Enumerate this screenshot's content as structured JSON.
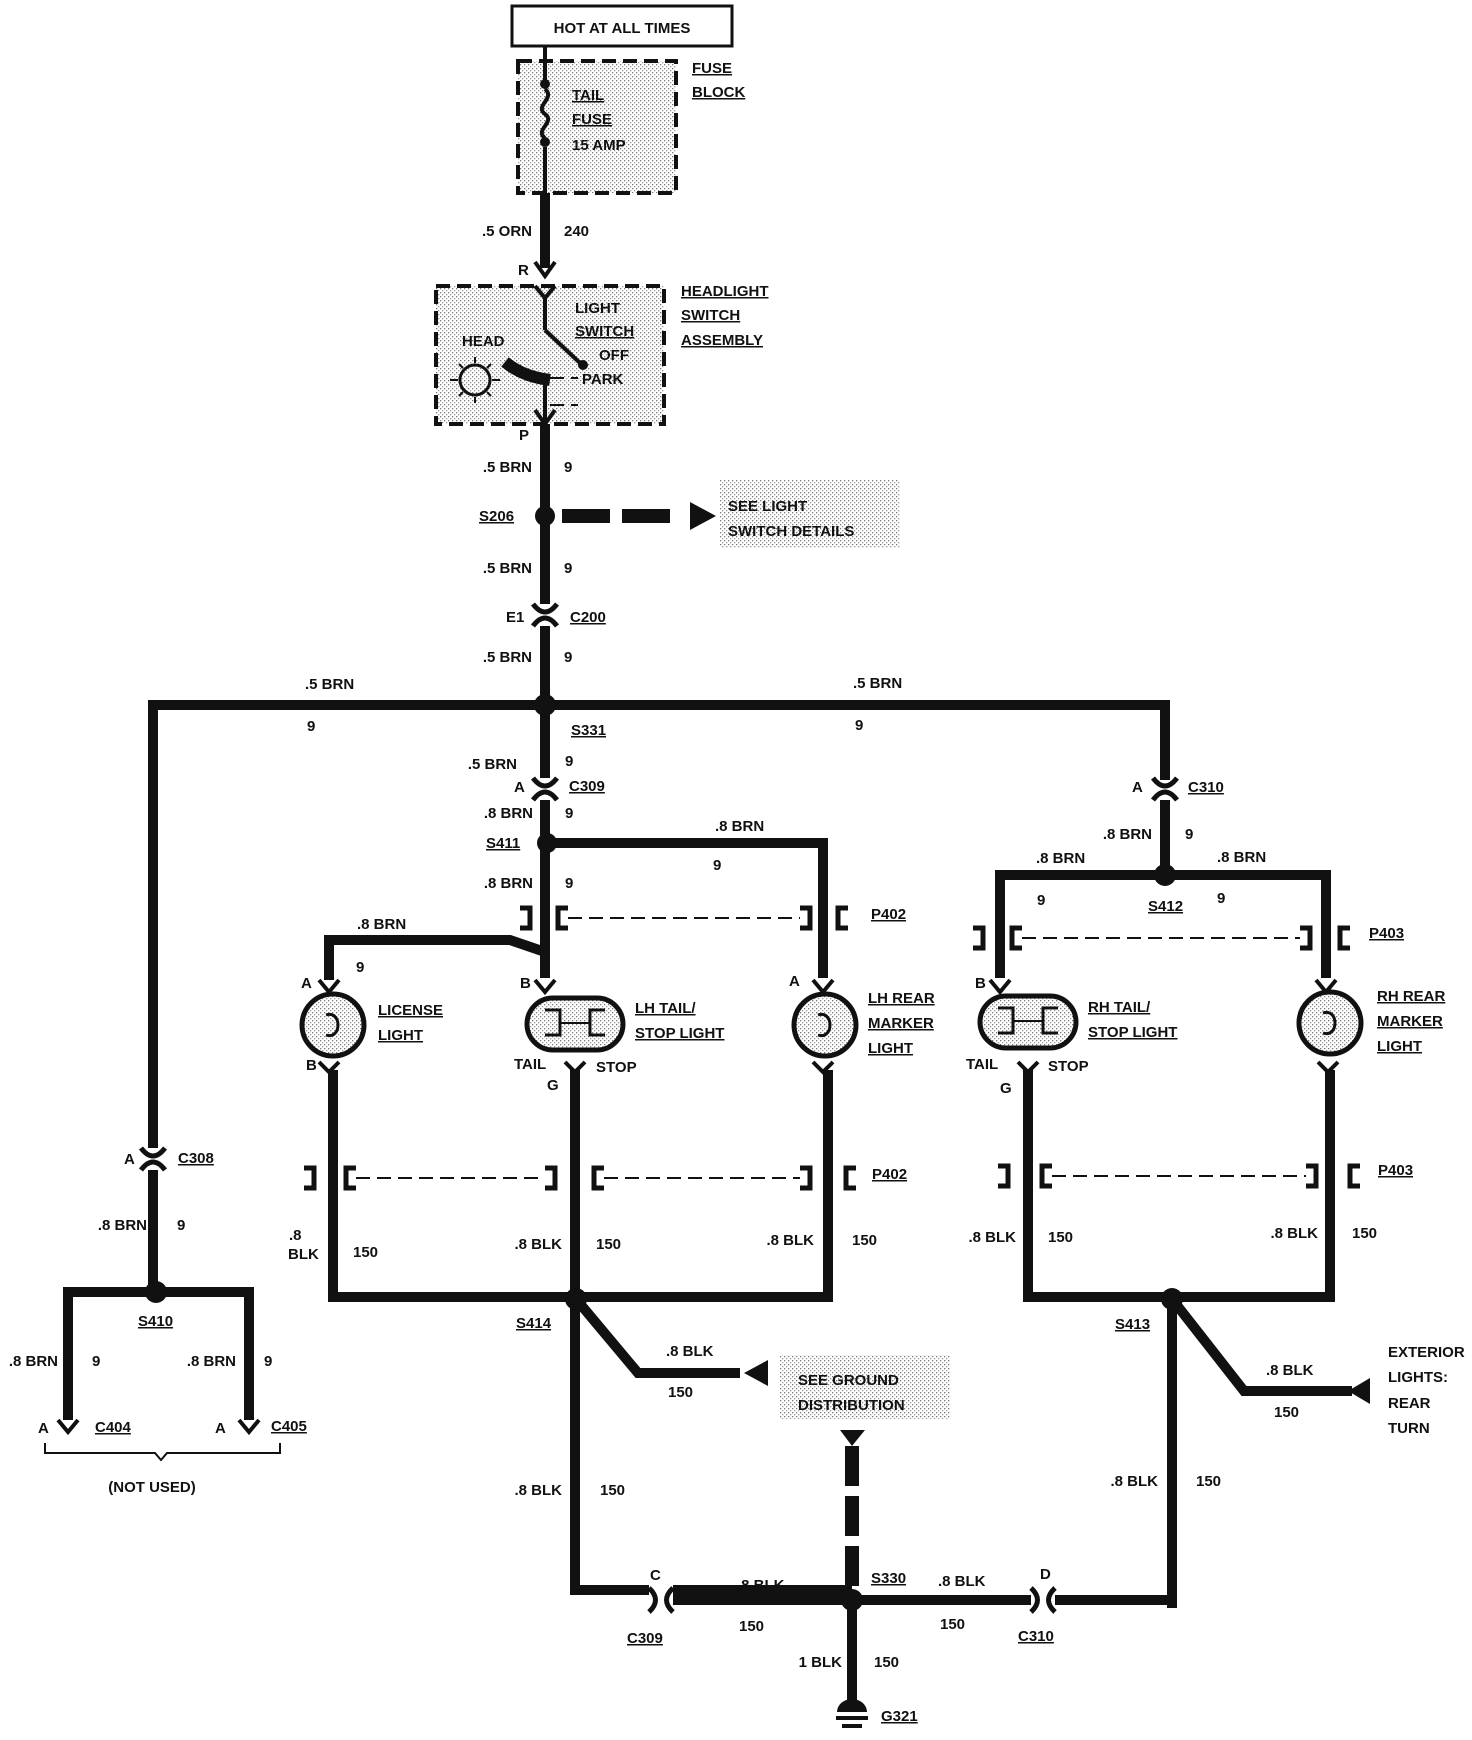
{
  "header": {
    "hot_at_all_times": "HOT AT ALL TIMES"
  },
  "fuse_block": {
    "title_1": "FUSE",
    "title_2": "BLOCK",
    "fuse_1": "TAIL",
    "fuse_2": "FUSE",
    "fuse_3": "15 AMP"
  },
  "headlight_switch": {
    "title_1": "HEADLIGHT",
    "title_2": "SWITCH",
    "title_3": "ASSEMBLY",
    "light_switch_1": "LIGHT",
    "light_switch_2": "SWITCH",
    "head": "HEAD",
    "off": "OFF",
    "park": "PARK",
    "terminal_r": "R",
    "terminal_p": "P"
  },
  "wires": {
    "orn_05": ".5 ORN",
    "circuit_240": "240",
    "brn_05": ".5 BRN",
    "brn_08": ".8 BRN",
    "blk_08": ".8 BLK",
    "blk_08_stacked_1": ".8",
    "blk_08_stacked_2": "BLK",
    "blk_1": "1 BLK",
    "circuit_9": "9",
    "circuit_150": "150"
  },
  "splices": {
    "s206": "S206",
    "s331": "S331",
    "s411": "S411",
    "s412": "S412",
    "s410": "S410",
    "s414": "S414",
    "s413": "S413",
    "s330": "S330"
  },
  "connectors": {
    "c200": "C200",
    "e1": "E1",
    "c309": "C309",
    "c310": "C310",
    "c308": "C308",
    "c404": "C404",
    "c405": "C405",
    "p402": "P402",
    "p403": "P403",
    "g321": "G321",
    "pin_a": "A",
    "pin_b": "B",
    "pin_c": "C",
    "pin_d": "D",
    "pin_g": "G"
  },
  "notes": {
    "see_light_switch_1": "SEE LIGHT",
    "see_light_switch_2": "SWITCH DETAILS",
    "see_ground_1": "SEE GROUND",
    "see_ground_2": "DISTRIBUTION",
    "exterior_1": "EXTERIOR",
    "exterior_2": "LIGHTS:",
    "exterior_3": "REAR",
    "exterior_4": "TURN",
    "not_used": "(NOT USED)"
  },
  "lamps": {
    "license_1": "LICENSE",
    "license_2": "LIGHT",
    "lh_tail_1": "LH TAIL/",
    "lh_tail_2": "STOP LIGHT",
    "lh_marker_1": "LH REAR",
    "lh_marker_2": "MARKER",
    "lh_marker_3": "LIGHT",
    "rh_tail_1": "RH TAIL/",
    "rh_tail_2": "STOP LIGHT",
    "rh_marker_1": "RH REAR",
    "rh_marker_2": "MARKER",
    "rh_marker_3": "LIGHT",
    "tail": "TAIL",
    "stop": "STOP"
  }
}
